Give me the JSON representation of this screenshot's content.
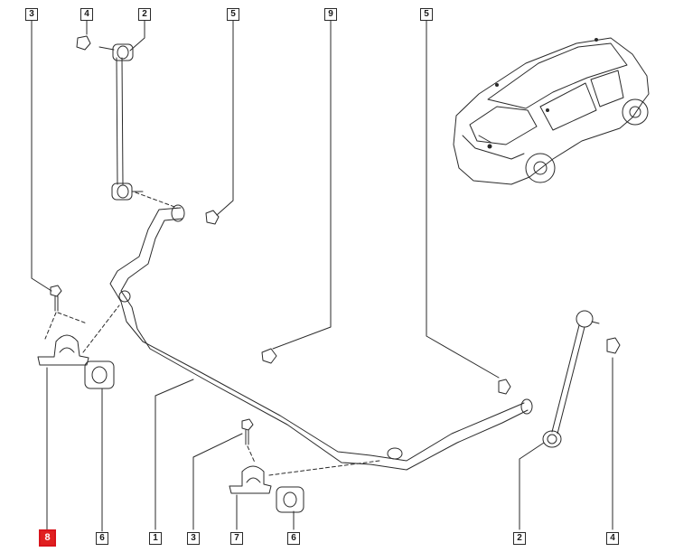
{
  "callouts": [
    {
      "id": "c1",
      "number": "3"
    },
    {
      "id": "c2",
      "number": "4"
    },
    {
      "id": "c3",
      "number": "2"
    },
    {
      "id": "c4",
      "number": "5"
    },
    {
      "id": "c5",
      "number": "9"
    },
    {
      "id": "c6",
      "number": "5"
    },
    {
      "id": "c7",
      "number": "8",
      "highlight_color": "#e02020"
    },
    {
      "id": "c8",
      "number": "6"
    },
    {
      "id": "c9",
      "number": "1"
    },
    {
      "id": "c10",
      "number": "3"
    },
    {
      "id": "c11",
      "number": "7"
    },
    {
      "id": "c12",
      "number": "6"
    },
    {
      "id": "c13",
      "number": "2"
    },
    {
      "id": "c14",
      "number": "4"
    }
  ],
  "colors": {
    "line": "#2a2a2a",
    "highlight": "#e02020",
    "background": "#ffffff"
  }
}
